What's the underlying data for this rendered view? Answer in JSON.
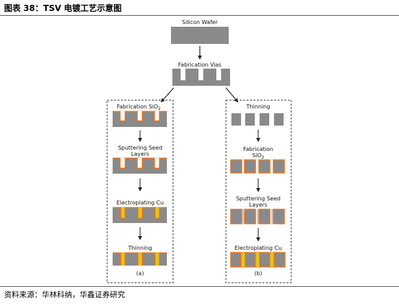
{
  "header": {
    "title": "图表 38：TSV 电镀工艺示意图"
  },
  "diagram": {
    "top": {
      "wafer_label": "Silicon Wafer",
      "vias_label": "Fabrication Vias"
    },
    "left": {
      "step1": {
        "main": "Fabrication SiO",
        "sub": "2"
      },
      "step2_line1": "Sputtering Seed",
      "step2_line2": "Layers",
      "step3": "Electroplating Cu",
      "step4": "Thinning",
      "caption": "(a)"
    },
    "right": {
      "step1": "Thinning",
      "step2_line1": "Fabrication",
      "step2_line2": {
        "main": "SiO",
        "sub": "2"
      },
      "step3_line1": "Sputtering Seed",
      "step3_line2": "Layers",
      "step4": "Electroplating Cu",
      "caption": "(b)"
    },
    "colors": {
      "silicon": "#8a8a8a",
      "oxide": "#e8731e",
      "copper": "#e8c31a",
      "seed": "#c9c9c9"
    }
  },
  "footer": {
    "source": "资料来源：华林科纳，华鑫证券研究"
  }
}
